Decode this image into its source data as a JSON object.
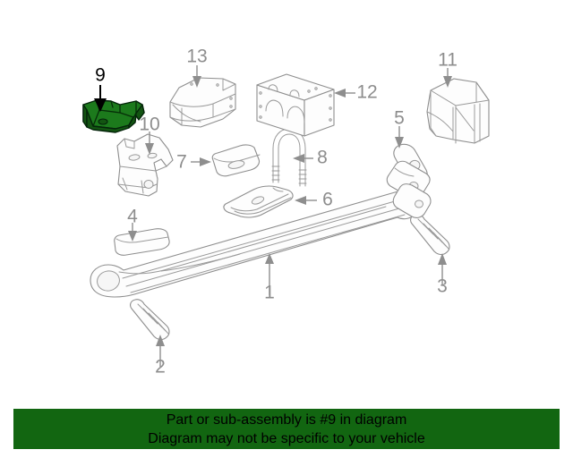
{
  "diagram": {
    "title": "Leaf spring suspension exploded parts diagram",
    "highlighted_part_number": "9",
    "line_color": "#8e8e8e",
    "highlight_color": "#1c7a1c",
    "highlight_outline_color": "#04240a",
    "callouts": [
      {
        "number": "1",
        "name": "leaf-spring",
        "highlighted": false
      },
      {
        "number": "2",
        "name": "shackle-bolt-lower",
        "highlighted": false
      },
      {
        "number": "3",
        "name": "shackle-bolt-upper",
        "highlighted": false
      },
      {
        "number": "4",
        "name": "spring-pad-small",
        "highlighted": false
      },
      {
        "number": "5",
        "name": "spring-shackle",
        "highlighted": false
      },
      {
        "number": "6",
        "name": "spring-seat-plate",
        "highlighted": false
      },
      {
        "number": "7",
        "name": "spacer-block",
        "highlighted": false
      },
      {
        "number": "8",
        "name": "u-bolt",
        "highlighted": false
      },
      {
        "number": "9",
        "name": "spring-bracket-highlighted",
        "highlighted": true
      },
      {
        "number": "10",
        "name": "front-spring-hanger",
        "highlighted": false
      },
      {
        "number": "11",
        "name": "bump-stop-bracket",
        "highlighted": false
      },
      {
        "number": "12",
        "name": "crossmember-bracket",
        "highlighted": false
      },
      {
        "number": "13",
        "name": "reinforcement-panel",
        "highlighted": false
      }
    ]
  },
  "notice": {
    "background_color": "#126611",
    "text_color": "#000000",
    "line1": "Part or sub-assembly is #9 in diagram",
    "line2": "Diagram may not be specific to your vehicle"
  }
}
